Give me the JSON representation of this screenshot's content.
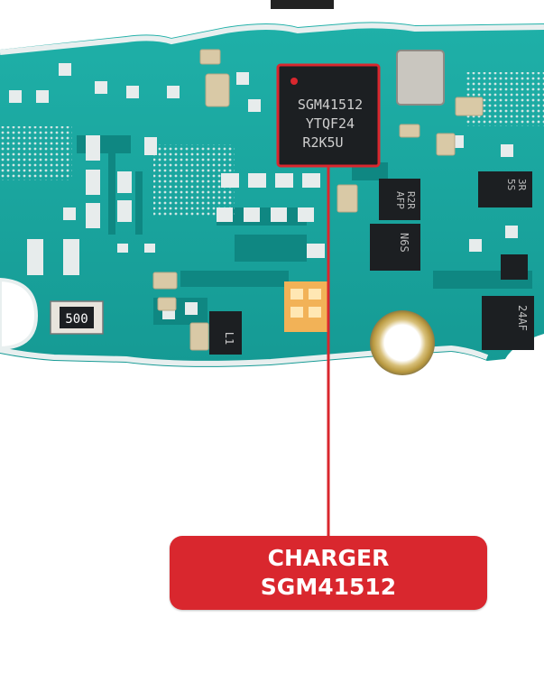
{
  "callout": {
    "line1": "CHARGER",
    "line2": "SGM41512"
  },
  "chips": {
    "main": {
      "line1": "SGM41512",
      "line2": "YTQF24",
      "line3": "R2K5U"
    },
    "resistor": "500",
    "c1": {
      "line1": "R2R",
      "line2": "AFP"
    },
    "c2": "N6S",
    "c3": {
      "line1": "3R",
      "line2": "5S"
    },
    "c4": "24AF",
    "c5": "L1"
  },
  "colors": {
    "board": "#1aa6a0",
    "solder_mask_dark": "#0f8782",
    "pad": "#e7ecec",
    "highlight": "#d9272e",
    "chip": "#1c1f22"
  }
}
